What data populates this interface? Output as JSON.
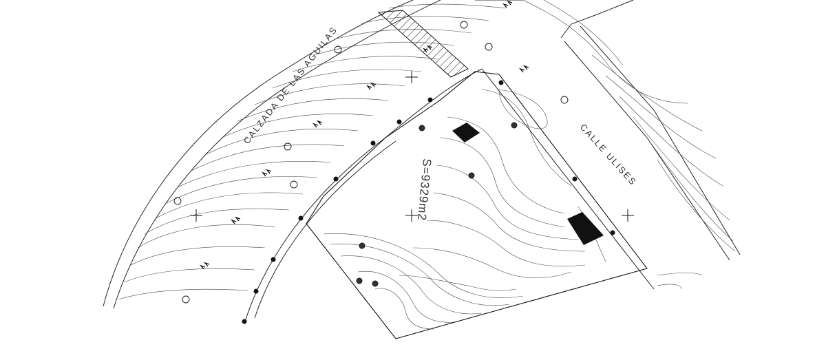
{
  "map": {
    "street_left": "CALZADA DE LAS AGUILAS",
    "street_right": "CALLE ULISES",
    "area_label": "S=9329m2",
    "colors": {
      "ink": "#111111",
      "background": "#ffffff"
    }
  },
  "icons": [
    "crosshair-icon",
    "direction-arrow-icon",
    "tree-icon",
    "building-icon",
    "utility-pole-icon"
  ]
}
